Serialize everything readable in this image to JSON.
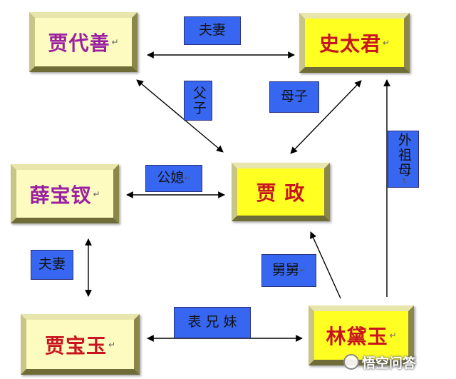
{
  "nodes": {
    "jia_daishan": "贾代善",
    "shi_taijun": "史太君",
    "xue_baochai": "薛宝钗",
    "jia_zheng": "贾 政",
    "jia_baoyu": "贾宝玉",
    "lin_daiyu": "林黛玉"
  },
  "relations": {
    "fuqi_top": "夫妻",
    "fuzi": "父子",
    "muzi": "母子",
    "waizumu": "外祖母",
    "gongxi": "公媳",
    "fuqi_left": "夫妻",
    "jiujiu": "舅舅",
    "biaoxiongmei": "表 兄 妹"
  },
  "return_mark": "↵",
  "watermark": "悟空问答",
  "colors": {
    "pale_box": "#fdfbbf",
    "bright_box": "#ffff22",
    "tag_blue": "#3767f0",
    "name_purple": "#9b1fa0",
    "name_red": "#c8141e"
  }
}
